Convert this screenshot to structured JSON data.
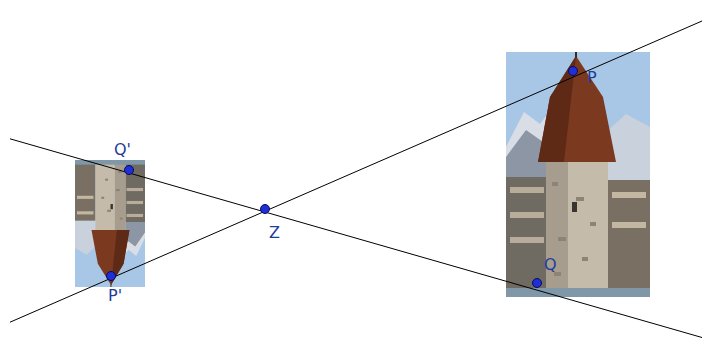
{
  "diagram": {
    "labels": [
      "Q'",
      "P",
      "Z",
      "Q",
      "P'"
    ]
  }
}
